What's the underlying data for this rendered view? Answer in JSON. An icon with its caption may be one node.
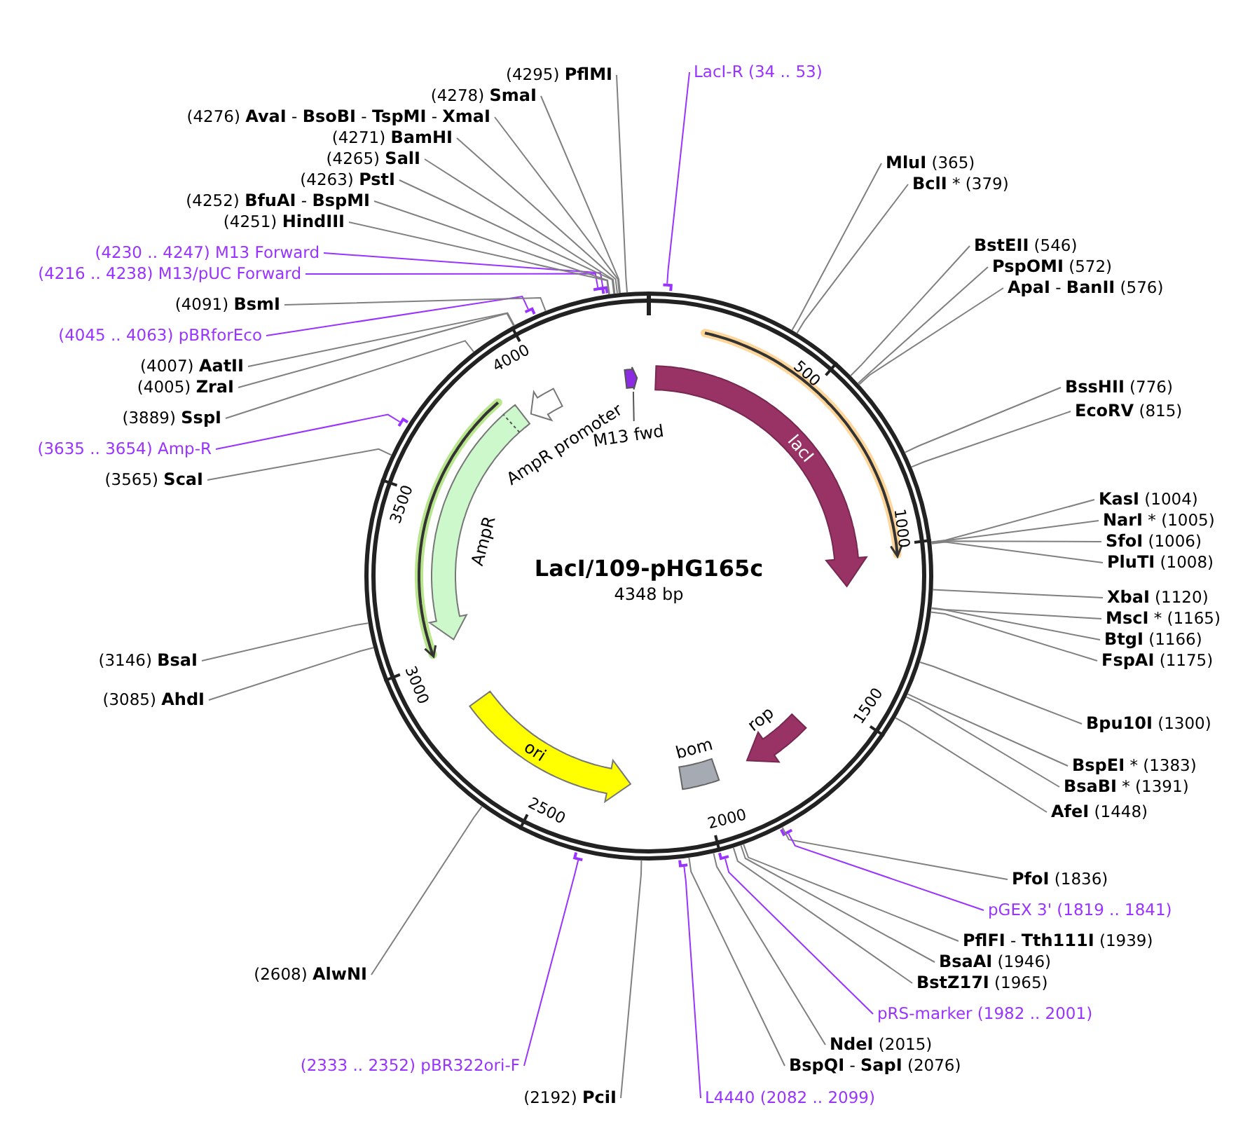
{
  "diagram": {
    "title": "LacI/109-pHG165c",
    "nodes": [
      {
        "text": [
          "lacI"
        ]
      },
      {
        "text": [
          "AmpR"
        ]
      },
      {
        "text": [
          "AmpR promoter"
        ]
      },
      {
        "text": [
          "M13 fwd"
        ]
      },
      {
        "text": [
          "ori"
        ]
      },
      {
        "text": [
          "bom"
        ]
      },
      {
        "text": [
          "rop"
        ]
      },
      {
        "text": [
          "LacI-R (34 .. 53)"
        ]
      },
      {
        "text": [
          "**MluI** (365)"
        ]
      },
      {
        "text": [
          "**BclI** * (379)"
        ]
      },
      {
        "text": [
          "**BstEII** (546)"
        ]
      },
      {
        "text": [
          "**PspOMI** (572)"
        ]
      },
      {
        "text": [
          "**ApaI** - **BanII** (576)"
        ]
      },
      {
        "text": [
          "**BssHII** (776)"
        ]
      },
      {
        "text": [
          "**EcoRV** (815)"
        ]
      },
      {
        "text": [
          "**KasI** (1004)"
        ]
      },
      {
        "text": [
          "**NarI** * (1005)"
        ]
      },
      {
        "text": [
          "**SfoI** (1006)"
        ]
      },
      {
        "text": [
          "**PluTI** (1008)"
        ]
      },
      {
        "text": [
          "**XbaI** (1120)"
        ]
      },
      {
        "text": [
          "**MscI** * (1165)"
        ]
      },
      {
        "text": [
          "**BtgI** (1166)"
        ]
      },
      {
        "text": [
          "**FspAI** (1175)"
        ]
      },
      {
        "text": [
          "**Bpu10I** (1300)"
        ]
      },
      {
        "text": [
          "**BspEI** * (1383)"
        ]
      },
      {
        "text": [
          "**BsaBI** * (1391)"
        ]
      },
      {
        "text": [
          "**AfeI** (1448)"
        ]
      },
      {
        "text": [
          "**PfoI** (1836)"
        ]
      },
      {
        "text": [
          "pGEX 3' (1819 .. 1841)"
        ]
      },
      {
        "text": [
          "**PflFI** - **Tth111I** (1939)"
        ]
      },
      {
        "text": [
          "**BsaAI** (1946)"
        ]
      },
      {
        "text": [
          "**BstZ17I** (1965)"
        ]
      },
      {
        "text": [
          "pRS-marker (1982 .. 2001)"
        ]
      },
      {
        "text": [
          "**NdeI** (2015)"
        ]
      },
      {
        "text": [
          "**BspQI** - **SapI** (2076)"
        ]
      },
      {
        "text": [
          "L4440 (2082 .. 2099)"
        ]
      },
      {
        "text": [
          "(2192) **PciI**"
        ]
      },
      {
        "text": [
          "(2333 .. 2352) pBR322ori-F"
        ]
      },
      {
        "text": [
          "(2608) **AlwNI**"
        ]
      },
      {
        "text": [
          "(3085) **AhdI**"
        ]
      },
      {
        "text": [
          "(3146) **BsaI**"
        ]
      },
      {
        "text": [
          "(3565) **ScaI**"
        ]
      },
      {
        "text": [
          "(3635 .. 3654) Amp-R"
        ]
      },
      {
        "text": [
          "(3889) **SspI**"
        ]
      },
      {
        "text": [
          "(4005) **ZraI**"
        ]
      },
      {
        "text": [
          "(4007) **AatII**"
        ]
      },
      {
        "text": [
          "(4045 .. 4063) pBRforEco"
        ]
      },
      {
        "text": [
          "(4091) **BsmI**"
        ]
      },
      {
        "text": [
          "(4216 .. 4238) M13/pUC Forward"
        ]
      },
      {
        "text": [
          "(4230 .. 4247) M13 Forward"
        ]
      },
      {
        "text": [
          "(4251) **HindIII**"
        ]
      },
      {
        "text": [
          "(4252) **BfuAI** - **BspMI**"
        ]
      },
      {
        "text": [
          "(4263) **PstI**"
        ]
      },
      {
        "text": [
          "(4265) **SalI**"
        ]
      },
      {
        "text": [
          "(4271) **BamHI**"
        ]
      },
      {
        "text": [
          "(4276) **AvaI** - **BsoBI** - **TspMI** - **XmaI**"
        ]
      },
      {
        "text": [
          "(4278) **SmaI**"
        ]
      },
      {
        "text": [
          "(4295) **PflMI**"
        ]
      }
    ],
    "edges": [
      {
        "from": 7,
        "to": null,
        "arrow": "none",
        "color": "#9933ff"
      },
      {
        "from": 8,
        "to": null,
        "arrow": "none"
      },
      {
        "from": 9,
        "to": null,
        "arrow": "none"
      },
      {
        "from": 10,
        "to": null,
        "arrow": "none"
      },
      {
        "from": 11,
        "to": null,
        "arrow": "none"
      },
      {
        "from": 12,
        "to": null,
        "arrow": "none"
      },
      {
        "from": 13,
        "to": null,
        "arrow": "none"
      },
      {
        "from": 14,
        "to": null,
        "arrow": "none"
      },
      {
        "from": 15,
        "to": null,
        "arrow": "none"
      },
      {
        "from": 16,
        "to": null,
        "arrow": "none"
      },
      {
        "from": 17,
        "to": null,
        "arrow": "none"
      },
      {
        "from": 18,
        "to": null,
        "arrow": "none"
      },
      {
        "from": 19,
        "to": null,
        "arrow": "none"
      },
      {
        "from": 20,
        "to": null,
        "arrow": "none"
      },
      {
        "from": 21,
        "to": null,
        "arrow": "none"
      },
      {
        "from": 22,
        "to": null,
        "arrow": "none"
      },
      {
        "from": 23,
        "to": null,
        "arrow": "none"
      },
      {
        "from": 24,
        "to": null,
        "arrow": "none"
      },
      {
        "from": 25,
        "to": null,
        "arrow": "none"
      },
      {
        "from": 26,
        "to": null,
        "arrow": "none"
      },
      {
        "from": 27,
        "to": null,
        "arrow": "none"
      },
      {
        "from": 28,
        "to": null,
        "arrow": "none",
        "color": "#9933ff"
      },
      {
        "from": 29,
        "to": null,
        "arrow": "none"
      },
      {
        "from": 30,
        "to": null,
        "arrow": "none"
      },
      {
        "from": 31,
        "to": null,
        "arrow": "none"
      },
      {
        "from": 32,
        "to": null,
        "arrow": "none",
        "color": "#9933ff"
      },
      {
        "from": 33,
        "to": null,
        "arrow": "none"
      },
      {
        "from": 34,
        "to": null,
        "arrow": "none"
      },
      {
        "from": 35,
        "to": null,
        "arrow": "none",
        "color": "#9933ff"
      },
      {
        "from": 36,
        "to": null,
        "arrow": "none"
      },
      {
        "from": 37,
        "to": null,
        "arrow": "none",
        "color": "#9933ff"
      },
      {
        "from": 38,
        "to": null,
        "arrow": "none"
      },
      {
        "from": 39,
        "to": null,
        "arrow": "none"
      },
      {
        "from": 40,
        "to": null,
        "arrow": "none"
      },
      {
        "from": 41,
        "to": null,
        "arrow": "none"
      },
      {
        "from": 42,
        "to": null,
        "arrow": "none",
        "color": "#9933ff"
      },
      {
        "from": 43,
        "to": null,
        "arrow": "none"
      },
      {
        "from": 44,
        "to": null,
        "arrow": "none"
      },
      {
        "from": 45,
        "to": null,
        "arrow": "none"
      },
      {
        "from": 46,
        "to": null,
        "arrow": "none",
        "color": "#9933ff"
      },
      {
        "from": 47,
        "to": null,
        "arrow": "none"
      },
      {
        "from": 48,
        "to": null,
        "arrow": "none",
        "color": "#9933ff"
      },
      {
        "from": 49,
        "to": null,
        "arrow": "none",
        "color": "#9933ff"
      },
      {
        "from": 50,
        "to": null,
        "arrow": "none"
      },
      {
        "from": 51,
        "to": null,
        "arrow": "none"
      },
      {
        "from": 52,
        "to": null,
        "arrow": "none"
      },
      {
        "from": 53,
        "to": null,
        "arrow": "none"
      },
      {
        "from": 54,
        "to": null,
        "arrow": "none"
      },
      {
        "from": 55,
        "to": null,
        "arrow": "none"
      },
      {
        "from": 56,
        "to": null,
        "arrow": "none"
      },
      {
        "from": 57,
        "to": null,
        "arrow": "none"
      }
    ],
    "labels": [
      "4348 bp",
      "500",
      "1000",
      "1500",
      "2000",
      "2500",
      "3000",
      "3500",
      "4000"
    ]
  }
}
